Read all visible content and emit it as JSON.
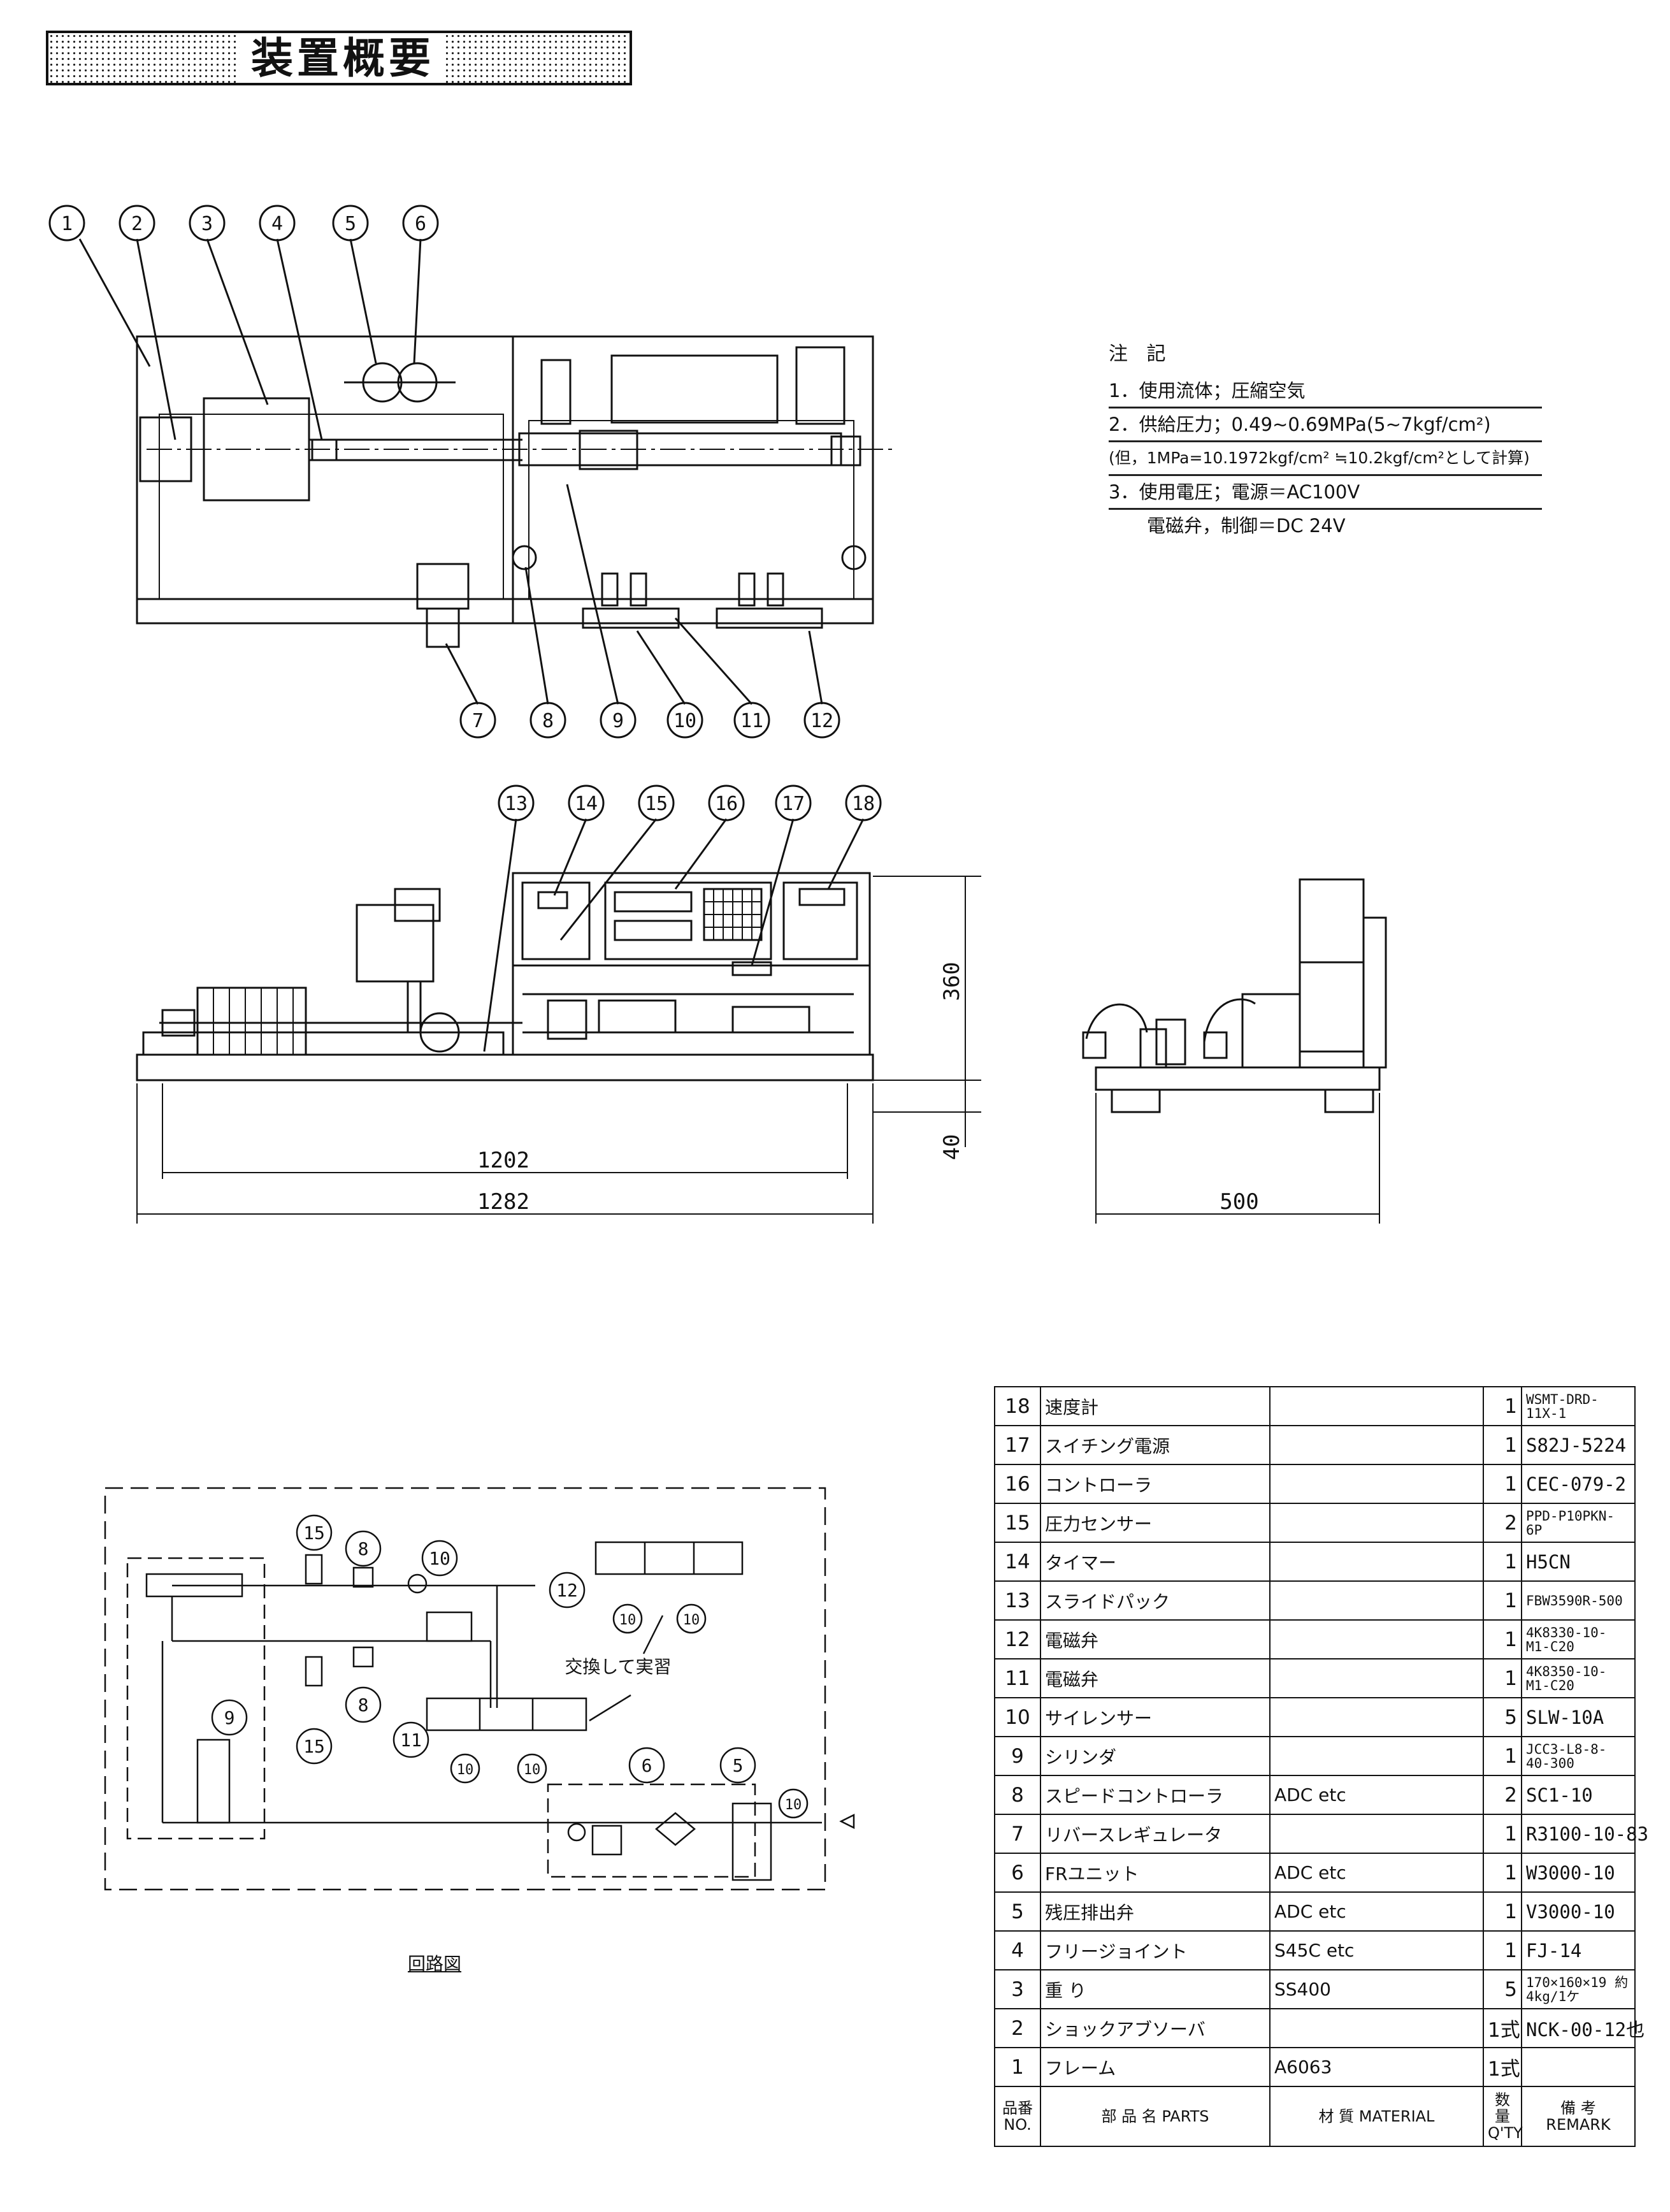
{
  "title": "装置概要",
  "balloons_top": [
    "1",
    "2",
    "3",
    "4",
    "5",
    "6",
    "7",
    "8",
    "9",
    "10",
    "11",
    "12"
  ],
  "balloons_front": [
    "13",
    "14",
    "15",
    "16",
    "17",
    "18"
  ],
  "dimensions": {
    "height_360": "360",
    "height_40": "40",
    "length_1202": "1202",
    "length_1282": "1282",
    "width_500": "500"
  },
  "notes": {
    "header": "注 記",
    "line1": "1．使用流体；圧縮空気",
    "line2": "2．供給圧力；0.49~0.69MPa(5~7kgf/cm²)",
    "line3": "(但，1MPa=10.1972kgf/cm² ≒10.2kgf/cm²として計算)",
    "line4": "3．使用電圧；電源＝AC100V",
    "line5": "電磁弁，制御＝DC 24V"
  },
  "circuit": {
    "caption": "回路図",
    "exchange_label": "交換して実習",
    "labels": [
      "15",
      "8",
      "10",
      "12",
      "10",
      "10",
      "9",
      "8",
      "15",
      "11",
      "10",
      "10",
      "6",
      "5",
      "10"
    ]
  },
  "parts_table": {
    "rows": [
      {
        "no": "18",
        "name": "速度計",
        "material": "",
        "qty": "1",
        "remark": "WSMT-DRD-11X-1",
        "small": true
      },
      {
        "no": "17",
        "name": "スイチング電源",
        "material": "",
        "qty": "1",
        "remark": "S82J-5224",
        "small": false
      },
      {
        "no": "16",
        "name": "コントローラ",
        "material": "",
        "qty": "1",
        "remark": "CEC-079-2",
        "small": false
      },
      {
        "no": "15",
        "name": "圧力センサー",
        "material": "",
        "qty": "2",
        "remark": "PPD-P10PKN-6P",
        "small": true
      },
      {
        "no": "14",
        "name": "タイマー",
        "material": "",
        "qty": "1",
        "remark": "H5CN",
        "small": false
      },
      {
        "no": "13",
        "name": "スライドパック",
        "material": "",
        "qty": "1",
        "remark": "FBW3590R-500",
        "small": true
      },
      {
        "no": "12",
        "name": "電磁弁",
        "material": "",
        "qty": "1",
        "remark": "4K8330-10-M1-C20",
        "small": true
      },
      {
        "no": "11",
        "name": "電磁弁",
        "material": "",
        "qty": "1",
        "remark": "4K8350-10-M1-C20",
        "small": true
      },
      {
        "no": "10",
        "name": "サイレンサー",
        "material": "",
        "qty": "5",
        "remark": "SLW-10A",
        "small": false
      },
      {
        "no": "9",
        "name": "シリンダ",
        "material": "",
        "qty": "1",
        "remark": "JCC3-L8-8-40-300",
        "small": true
      },
      {
        "no": "8",
        "name": "スピードコントローラ",
        "material": "ADC etc",
        "qty": "2",
        "remark": "SC1-10",
        "small": false
      },
      {
        "no": "7",
        "name": "リバースレギュレータ",
        "material": "",
        "qty": "1",
        "remark": "R3100-10-83",
        "small": false
      },
      {
        "no": "6",
        "name": "FRユニット",
        "material": "ADC etc",
        "qty": "1",
        "remark": "W3000-10",
        "small": false
      },
      {
        "no": "5",
        "name": "残圧排出弁",
        "material": "ADC etc",
        "qty": "1",
        "remark": "V3000-10",
        "small": false
      },
      {
        "no": "4",
        "name": "フリージョイント",
        "material": "S45C etc",
        "qty": "1",
        "remark": "FJ-14",
        "small": false
      },
      {
        "no": "3",
        "name": "重 り",
        "material": "SS400",
        "qty": "5",
        "remark": "170×160×19 約4kg/1ケ",
        "small": true
      },
      {
        "no": "2",
        "name": "ショックアブソーバ",
        "material": "",
        "qty": "1式",
        "remark": "NCK-00-12也",
        "small": false
      },
      {
        "no": "1",
        "name": "フレーム",
        "material": "A6063",
        "qty": "1式",
        "remark": "",
        "small": false
      }
    ],
    "header": {
      "no": "品番 NO.",
      "parts": "部 品 名 PARTS",
      "material": "材 質 MATERIAL",
      "qty": "数量 Q'TY",
      "remark": "備 考 REMARK"
    }
  }
}
